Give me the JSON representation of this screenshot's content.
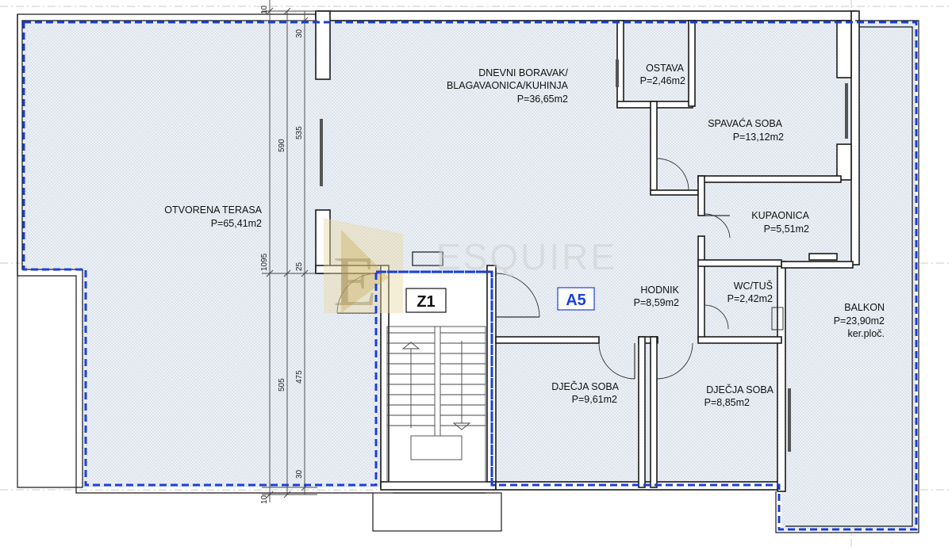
{
  "rooms": {
    "terasa": {
      "name": "OTVORENA TERASA",
      "area": "P=65,41m2"
    },
    "dnevni": {
      "name1": "DNEVNI BORAVAK/",
      "name2": "BLAGAVAONICA/KUHINJA",
      "area": "P=36,65m2"
    },
    "ostava": {
      "name": "OSTAVA",
      "area": "P=2,46m2"
    },
    "spavaca": {
      "name": "SPAVAĆA SOBA",
      "area": "P=13,12m2"
    },
    "kupaonica": {
      "name": "KUPAONICA",
      "area": "P=5,51m2"
    },
    "hodnik": {
      "name": "HODNIK",
      "area": "P=8,59m2"
    },
    "wc": {
      "name": "WC/TUŠ",
      "area": "P=2,42m2"
    },
    "balkon": {
      "name": "BALKON",
      "area": "P=23,90m2",
      "note": "ker.ploč."
    },
    "djecja1": {
      "name": "DJEČJA SOBA",
      "area": "P=9,61m2"
    },
    "djecja2": {
      "name": "DJEČJA SOBA",
      "area": "P=8,85m2"
    }
  },
  "tags": {
    "z1": "Z1",
    "a5": "A5"
  },
  "dimensions": {
    "top_10": "10",
    "top_30": "30",
    "d_590": "590",
    "d_535": "535",
    "d_1095": "1095",
    "d_25": "25",
    "d_505": "505",
    "d_475": "475",
    "bottom_30": "30",
    "bottom_10": "10"
  },
  "watermark": {
    "letter": "E",
    "text": "ESQUIRE"
  },
  "colors": {
    "boundary": "#1a3fd8",
    "tag_a5": "#1a3fd8",
    "tag_z1": "#111111",
    "floor_pattern": "#b9c6d6",
    "watermark_gold": "#c9a64a"
  }
}
